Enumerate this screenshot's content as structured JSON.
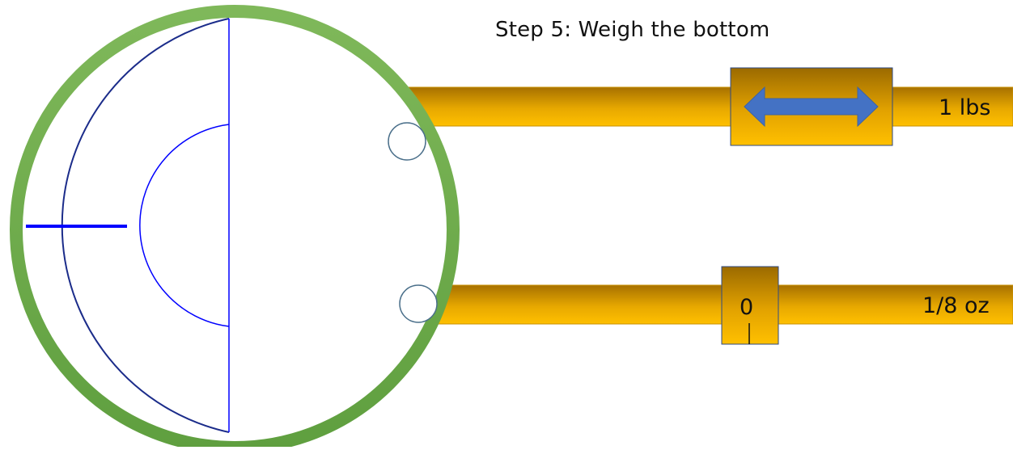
{
  "title": "Step 5: Weigh the bottom",
  "beams": {
    "top": {
      "scale_label": "1 lbs",
      "slider_icon": "double-arrow-icon"
    },
    "bottom": {
      "scale_label": "1/8 oz",
      "rider_value": "0"
    }
  },
  "colors": {
    "ring": "#6aa84f",
    "beam": "#e6a700",
    "beam_dark": "#b37c00",
    "handle_arrow": "#4472c4",
    "drawing_lines": "#0000ff"
  }
}
